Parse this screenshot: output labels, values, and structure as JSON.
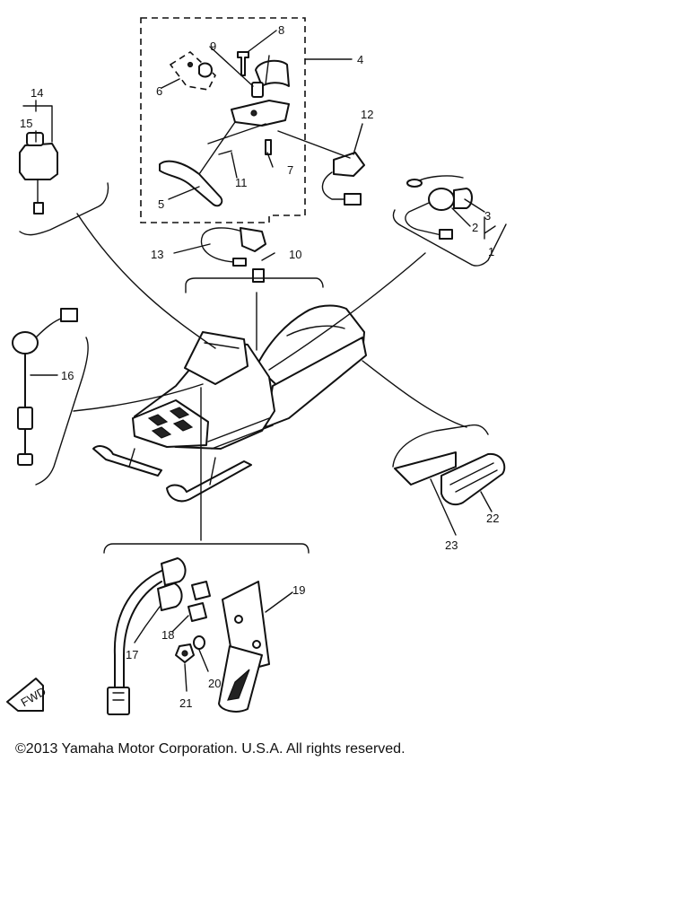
{
  "callouts": {
    "n1": "1",
    "n2": "2",
    "n3": "3",
    "n4": "4",
    "n5": "5",
    "n6": "6",
    "n7": "7",
    "n8": "8",
    "n9": "9",
    "n10": "10",
    "n11": "11",
    "n12": "12",
    "n13": "13",
    "n14": "14",
    "n15": "15",
    "n16": "16",
    "n17": "17",
    "n18": "18",
    "n19": "19",
    "n20": "20",
    "n21": "21",
    "n22": "22",
    "n23": "23"
  },
  "fwd_label": "FWD",
  "copyright": "©2013 Yamaha Motor Corporation. U.S.A. All rights reserved."
}
